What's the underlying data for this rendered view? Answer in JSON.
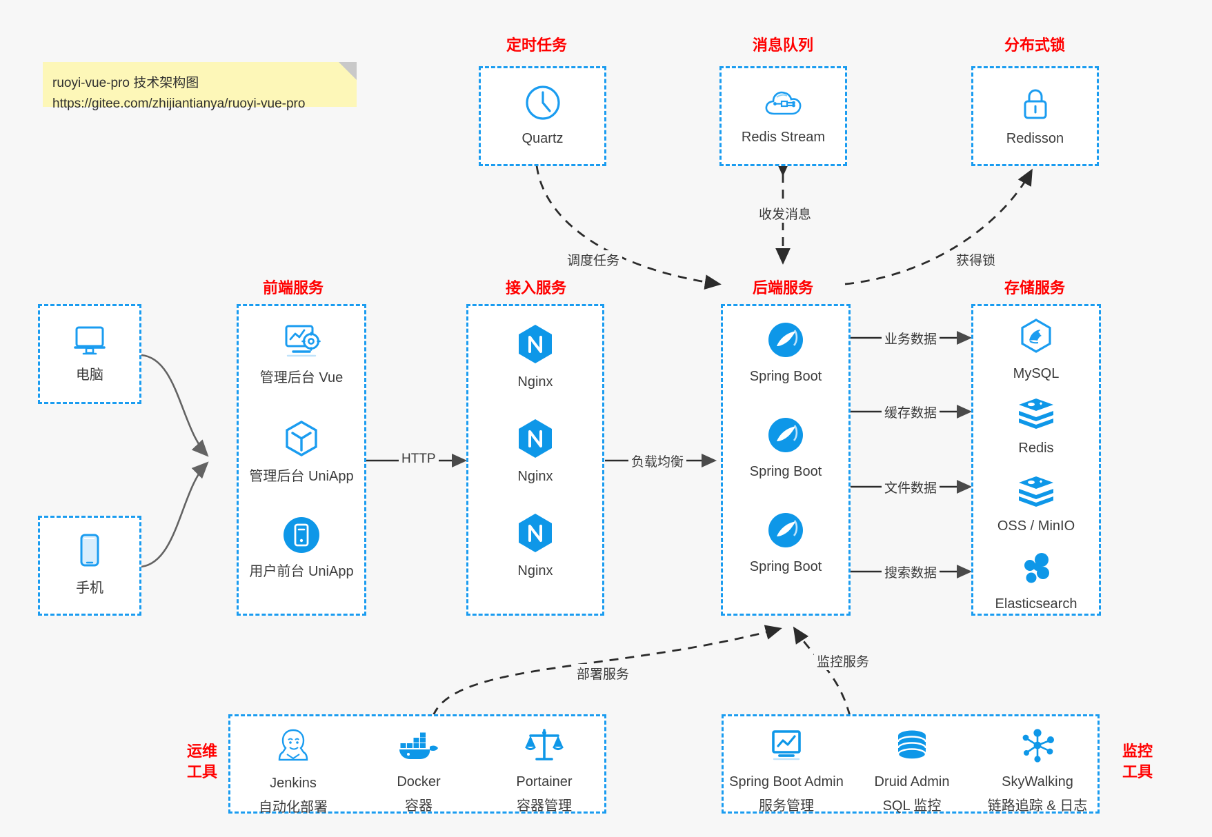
{
  "note": {
    "line1": "ruoyi-vue-pro 技术架构图",
    "line2": "https://gitee.com/zhijiantianya/ruoyi-vue-pro"
  },
  "groups": {
    "scheduler": {
      "title": "定时任务"
    },
    "mq": {
      "title": "消息队列"
    },
    "lock": {
      "title": "分布式锁"
    },
    "frontend": {
      "title": "前端服务"
    },
    "gateway": {
      "title": "接入服务"
    },
    "backend": {
      "title": "后端服务"
    },
    "storage": {
      "title": "存储服务"
    },
    "ops": {
      "title_line1": "运维",
      "title_line2": "工具"
    },
    "monitor": {
      "title_line1": "监控",
      "title_line2": "工具"
    }
  },
  "nodes": {
    "quartz": {
      "label": "Quartz",
      "icon": "clock-icon"
    },
    "redis_stream": {
      "label": "Redis Stream",
      "icon": "cloud-nodes-icon"
    },
    "redisson": {
      "label": "Redisson",
      "icon": "lock-icon"
    },
    "computer": {
      "label": "电脑",
      "icon": "monitor-icon"
    },
    "phone": {
      "label": "手机",
      "icon": "smartphone-icon"
    },
    "frontend_items": [
      {
        "label": "管理后台 Vue",
        "icon": "dashboard-gear-icon"
      },
      {
        "label": "管理后台 UniApp",
        "icon": "cube-icon"
      },
      {
        "label": "用户前台 UniApp",
        "icon": "mobile-device-icon"
      }
    ],
    "gateway_items": [
      {
        "label": "Nginx",
        "icon": "nginx-icon"
      },
      {
        "label": "Nginx",
        "icon": "nginx-icon"
      },
      {
        "label": "Nginx",
        "icon": "nginx-icon"
      }
    ],
    "backend_items": [
      {
        "label": "Spring Boot",
        "icon": "spring-boot-icon"
      },
      {
        "label": "Spring Boot",
        "icon": "spring-boot-icon"
      },
      {
        "label": "Spring Boot",
        "icon": "spring-boot-icon"
      }
    ],
    "storage_items": [
      {
        "label": "MySQL",
        "icon": "mysql-icon"
      },
      {
        "label": "Redis",
        "icon": "redis-icon"
      },
      {
        "label": "OSS / MinIO",
        "icon": "redis-icon"
      },
      {
        "label": "Elasticsearch",
        "icon": "elasticsearch-icon"
      }
    ],
    "ops_items": [
      {
        "label": "Jenkins",
        "sub": "自动化部署",
        "icon": "jenkins-icon"
      },
      {
        "label": "Docker",
        "sub": "容器",
        "icon": "docker-icon"
      },
      {
        "label": "Portainer",
        "sub": "容器管理",
        "icon": "scales-icon"
      }
    ],
    "monitor_items": [
      {
        "label": "Spring Boot Admin",
        "sub": "服务管理",
        "icon": "monitor-chart-icon"
      },
      {
        "label": "Druid Admin",
        "sub": "SQL 监控",
        "icon": "database-icon"
      },
      {
        "label": "SkyWalking",
        "sub": "链路追踪 & 日志",
        "icon": "skywalking-icon"
      }
    ]
  },
  "edges": {
    "schedule_task": "调度任务",
    "send_receive_msg": "收发消息",
    "acquire_lock": "获得锁",
    "http": "HTTP",
    "load_balance": "负载均衡",
    "business_data": "业务数据",
    "cache_data": "缓存数据",
    "file_data": "文件数据",
    "search_data": "搜索数据",
    "deploy_service": "部署服务",
    "monitor_service": "监控服务"
  },
  "colors": {
    "accent": "#1a9cf0",
    "title": "#ff0000",
    "text": "#3c3c3c",
    "note_bg": "#fdf7b8",
    "background": "#f7f7f7"
  }
}
